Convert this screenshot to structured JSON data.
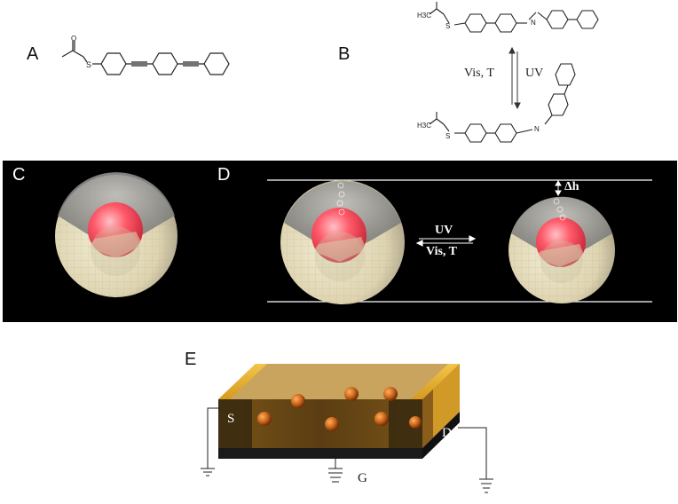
{
  "panels": {
    "a": {
      "label": "A"
    },
    "b": {
      "label": "B"
    },
    "c": {
      "label": "C"
    },
    "d": {
      "label": "D"
    },
    "e": {
      "label": "E"
    }
  },
  "molecule_b": {
    "group_top": "H3C",
    "group_bottom": "H3C",
    "sulfur": "S",
    "oxygen": "O",
    "nitrogen": "N"
  },
  "arrows_b": {
    "left": "Vis, T",
    "right": "UV"
  },
  "arrows_d": {
    "top": "UV",
    "bottom": "Vis, T"
  },
  "height_change": "Δh",
  "device": {
    "source": "S",
    "drain": "D",
    "gate": "G"
  },
  "colors": {
    "shell": "#e8dfc0",
    "core": "#ff4d5e",
    "ligand": "#8a8a8a",
    "device_gold": "#e7b12a",
    "device_dark": "#3a2a12"
  }
}
